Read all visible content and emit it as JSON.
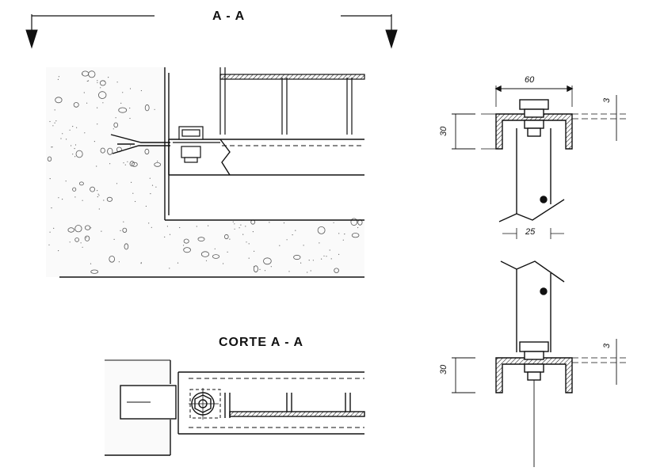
{
  "section_marker": {
    "title": "A - A"
  },
  "cut_view": {
    "title": "CORTE  A - A"
  },
  "dimensions": {
    "flange_width": "60",
    "web_width": "25",
    "height_top": "30",
    "height_bottom": "30",
    "thickness_top": "3",
    "thickness_bottom": "3"
  },
  "colors": {
    "ink": "#1a1a1a",
    "hatch": "#333333",
    "paper": "#ffffff"
  }
}
